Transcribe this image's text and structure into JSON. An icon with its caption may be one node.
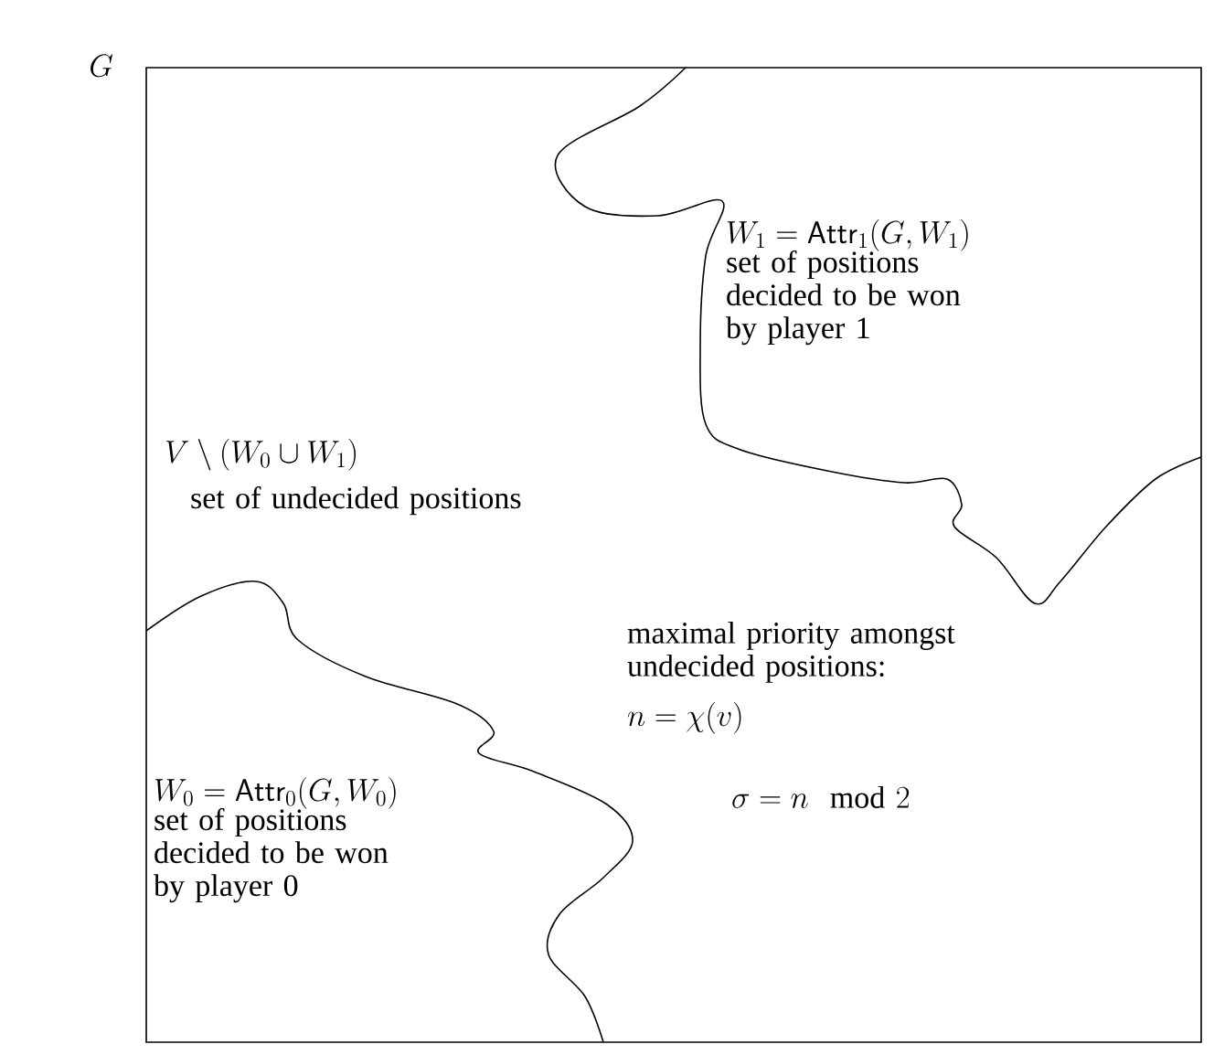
{
  "diagram": {
    "nodes": [
      {
        "text": [
          "G"
        ]
      },
      {
        "text": [
          "W_1 = \\mathsf{Attr}_1(G, W_1)",
          "set of positions decided to be won by player 1"
        ],
        "in": 0
      },
      {
        "text": [
          "W_0 = \\mathsf{Attr}_0(G, W_0)",
          "set of positions decided to be won by player 0"
        ],
        "in": 0
      }
    ],
    "edges": [],
    "labels": [
      "V \\setminus (W_0 \\cup W_1)",
      "set of undecided positions",
      "maximal priority amongst undecided positions:",
      "n = \\chi(v)",
      "\\sigma = n \\mod 2"
    ]
  }
}
